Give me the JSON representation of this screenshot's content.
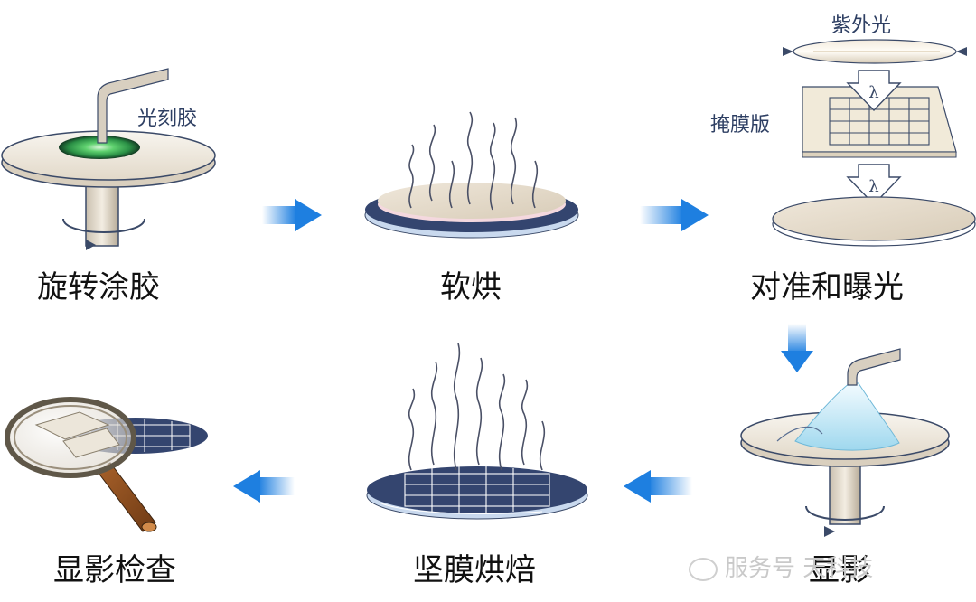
{
  "steps": {
    "spin_coat": "旋转涂胶",
    "soft_bake": "软烘",
    "align_expose": "对准和曝光",
    "develop": "显影",
    "hard_bake": "坚膜烘焙",
    "inspect": "显影检查"
  },
  "callouts": {
    "photoresist": "光刻胶",
    "uv_light": "紫外光",
    "mask": "掩膜版",
    "lambda": "λ"
  },
  "watermark": "服务号  天科技",
  "colors": {
    "arrow_blue": "#1e7fe0",
    "wafer_navy": "#34456f",
    "wafer_beige": "#e4dac9",
    "outline": "#3b4a68",
    "resist_green": "#3dbf5a"
  }
}
